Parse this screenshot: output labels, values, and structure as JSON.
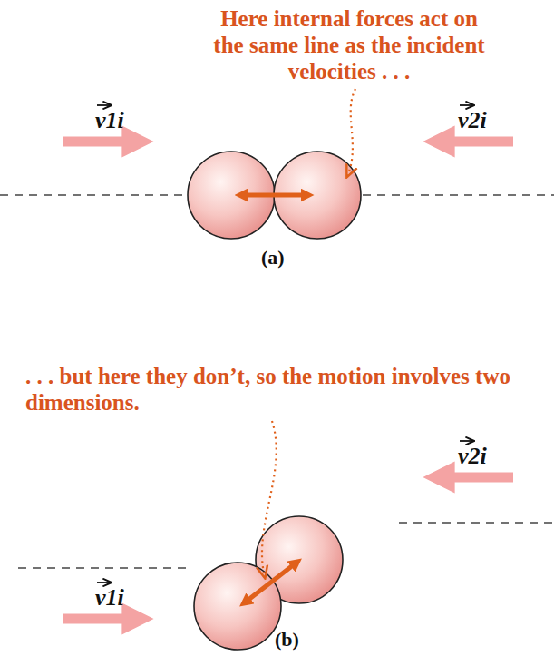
{
  "diagram": {
    "labels": [
      "Here internal forces act on the same line as the incident velocities . . .",
      "v1i",
      "v2i",
      "(a)",
      ". . . but here they don’t, so the motion involves two dimensions.",
      "v2i",
      "v1i",
      "(b)"
    ]
  }
}
